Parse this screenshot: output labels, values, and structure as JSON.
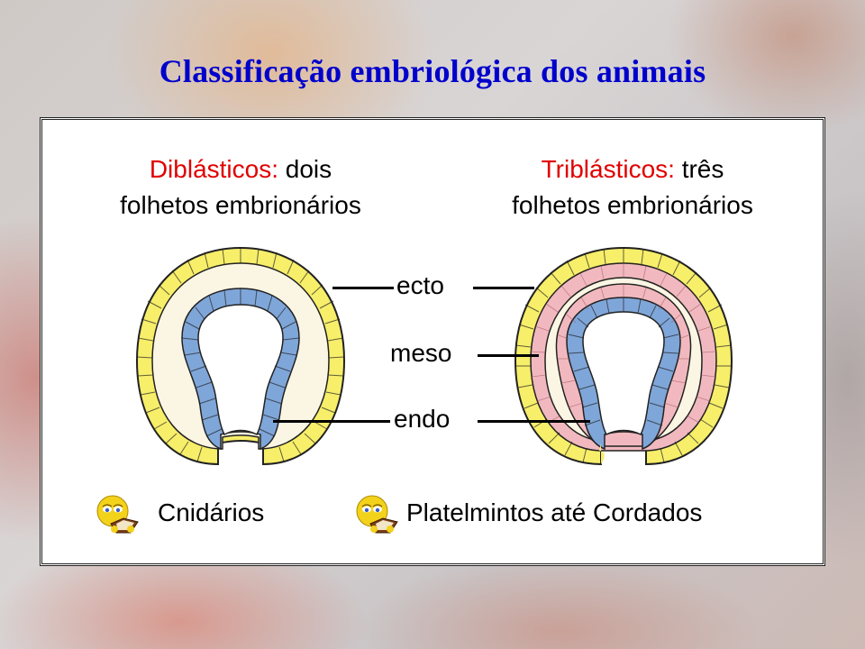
{
  "slide": {
    "title": "Classificação embriológica dos animais"
  },
  "diploblastic": {
    "heading_term": "Diblásticos:",
    "heading_rest_line1": " dois",
    "heading_line2": "folhetos embrionários",
    "caption": "Cnidários",
    "caption_icon": "reading-smiley-icon"
  },
  "triploblastic": {
    "heading_term": "Triblásticos:",
    "heading_rest_line1": " três",
    "heading_line2": "folhetos embrionários",
    "caption": "Platelmintos até Cordados",
    "caption_icon": "reading-smiley-icon"
  },
  "layer_labels": {
    "ecto": "ecto",
    "meso": "meso",
    "endo": "endo"
  },
  "colors": {
    "title": "#0000cc",
    "term": "#e00000",
    "ectoderm": "#f7ee6a",
    "mesoderm": "#f1b9bf",
    "endoderm": "#7fa6d9",
    "outline": "#222222"
  }
}
